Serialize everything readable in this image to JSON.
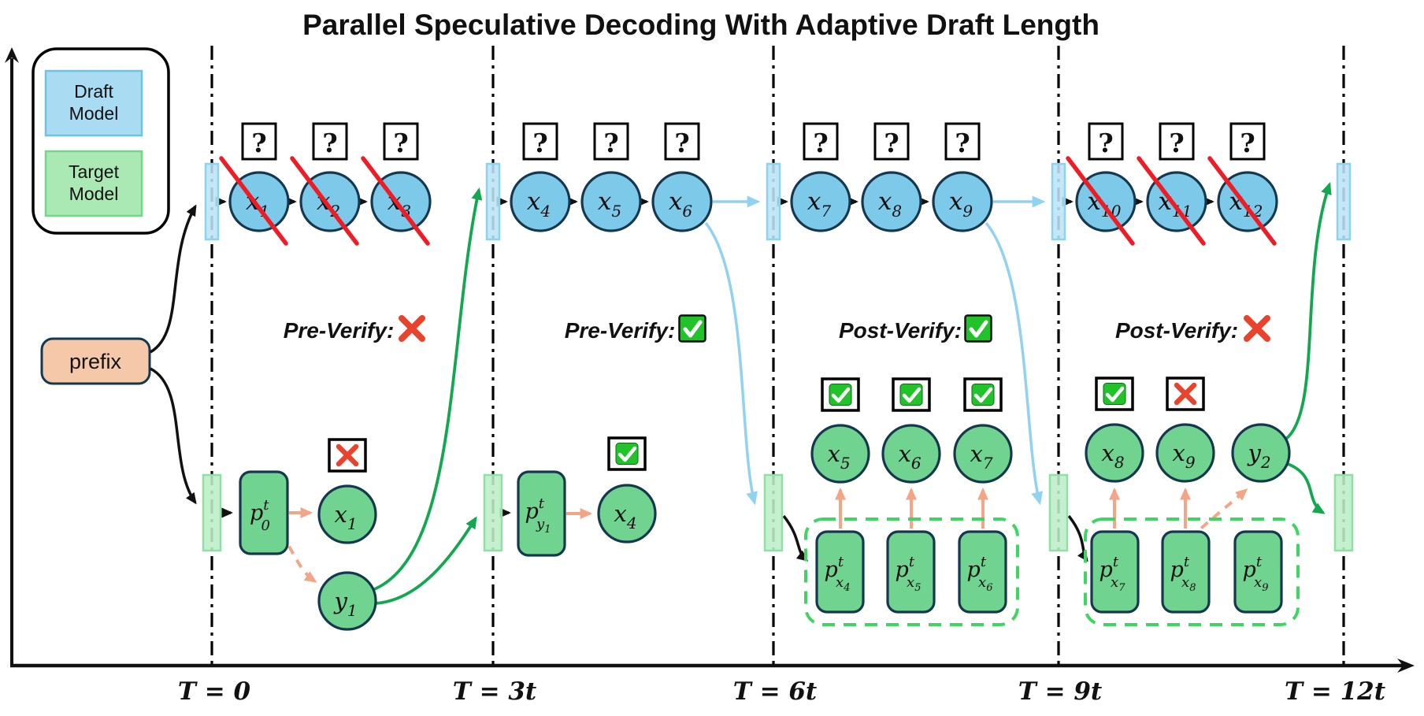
{
  "title": "Parallel Speculative Decoding With Adaptive Draft Length",
  "legend": {
    "draft_line1": "Draft",
    "draft_line2": "Model",
    "target_line1": "Target",
    "target_line2": "Model"
  },
  "prefix": {
    "label": "prefix"
  },
  "timeline": {
    "axis_labels": [
      {
        "label": "T = 0"
      },
      {
        "label": "T = 3t"
      },
      {
        "label": "T = 6t"
      },
      {
        "label": "T = 9t"
      },
      {
        "label": "T = 12t"
      }
    ]
  },
  "draft_row": {
    "question_mark": "?",
    "tokens": [
      {
        "base": "x",
        "sub": "1",
        "rejected": true
      },
      {
        "base": "x",
        "sub": "2",
        "rejected": true
      },
      {
        "base": "x",
        "sub": "3",
        "rejected": true
      },
      {
        "base": "x",
        "sub": "4",
        "rejected": false
      },
      {
        "base": "x",
        "sub": "5",
        "rejected": false
      },
      {
        "base": "x",
        "sub": "6",
        "rejected": false
      },
      {
        "base": "x",
        "sub": "7",
        "rejected": false
      },
      {
        "base": "x",
        "sub": "8",
        "rejected": false
      },
      {
        "base": "x",
        "sub": "9",
        "rejected": false
      },
      {
        "base": "x",
        "sub": "10",
        "rejected": true
      },
      {
        "base": "x",
        "sub": "11",
        "rejected": true
      },
      {
        "base": "x",
        "sub": "12",
        "rejected": true
      }
    ]
  },
  "verify_steps": [
    {
      "label": "Pre-Verify:",
      "result": "fail"
    },
    {
      "label": "Pre-Verify:",
      "result": "pass"
    },
    {
      "label": "Post-Verify:",
      "result": "pass"
    },
    {
      "label": "Post-Verify:",
      "result": "fail"
    }
  ],
  "target_row": {
    "distributions": [
      {
        "base": "p",
        "sup": "t",
        "sub": "0",
        "subsub": ""
      },
      {
        "base": "p",
        "sup": "t",
        "sub": "y",
        "subsub": "1"
      },
      {
        "base": "p",
        "sup": "t",
        "sub": "x",
        "subsub": "4"
      },
      {
        "base": "p",
        "sup": "t",
        "sub": "x",
        "subsub": "5"
      },
      {
        "base": "p",
        "sup": "t",
        "sub": "x",
        "subsub": "6"
      },
      {
        "base": "p",
        "sup": "t",
        "sub": "x",
        "subsub": "7"
      },
      {
        "base": "p",
        "sup": "t",
        "sub": "x",
        "subsub": "8"
      },
      {
        "base": "p",
        "sup": "t",
        "sub": "x",
        "subsub": "9"
      }
    ],
    "tokens": [
      {
        "base": "x",
        "sub": "1",
        "status": "fail"
      },
      {
        "base": "y",
        "sub": "1",
        "status": "none"
      },
      {
        "base": "x",
        "sub": "4",
        "status": "pass"
      },
      {
        "base": "x",
        "sub": "5",
        "status": "pass"
      },
      {
        "base": "x",
        "sub": "6",
        "status": "pass"
      },
      {
        "base": "x",
        "sub": "7",
        "status": "pass"
      },
      {
        "base": "x",
        "sub": "8",
        "status": "pass"
      },
      {
        "base": "x",
        "sub": "9",
        "status": "fail"
      },
      {
        "base": "y",
        "sub": "2",
        "status": "none"
      }
    ]
  },
  "colors": {
    "draft_fill": "#7dc9e9",
    "draft_bar": "#bce4f6",
    "node_stroke": "#16384e",
    "target_fill": "#70d38f",
    "target_bar": "#bdeec7",
    "prefix_fill": "#f6c8aa",
    "reject_slash": "#ee1c25",
    "green_arrow": "#13a850",
    "blue_arrow": "#90d2f0",
    "orange_arrow": "#f2a687",
    "pass_green": "#22c32a",
    "fail_red": "#e8432c",
    "dashed_box": "#3ed563"
  }
}
